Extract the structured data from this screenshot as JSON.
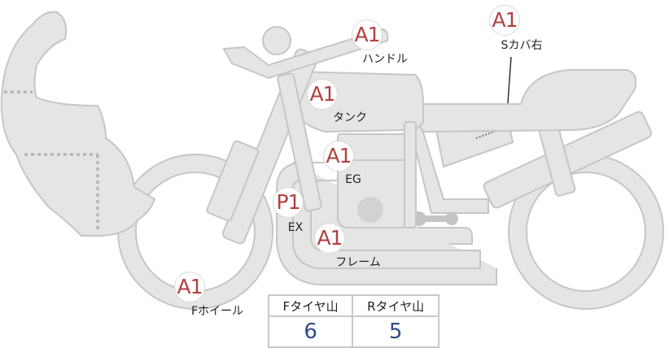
{
  "parts": [
    {
      "id": "handle",
      "grade": "A1",
      "label": "ハンドル"
    },
    {
      "id": "side-cover-right",
      "grade": "A1",
      "label": "Sカバ右"
    },
    {
      "id": "tank",
      "grade": "A1",
      "label": "タンク"
    },
    {
      "id": "engine",
      "grade": "A1",
      "label": "EG"
    },
    {
      "id": "exhaust",
      "grade": "P1",
      "label": "EX"
    },
    {
      "id": "frame",
      "grade": "A1",
      "label": "フレーム"
    },
    {
      "id": "front-wheel",
      "grade": "A1",
      "label": "Fホイール"
    }
  ],
  "tire_tread": {
    "headers": [
      "Fタイヤ山",
      "Rタイヤ山"
    ],
    "values": [
      "6",
      "5"
    ]
  },
  "colors": {
    "grade": "#b3403f",
    "tread_value": "#2f4a8a",
    "bike_fill": "#e5e5e3"
  }
}
